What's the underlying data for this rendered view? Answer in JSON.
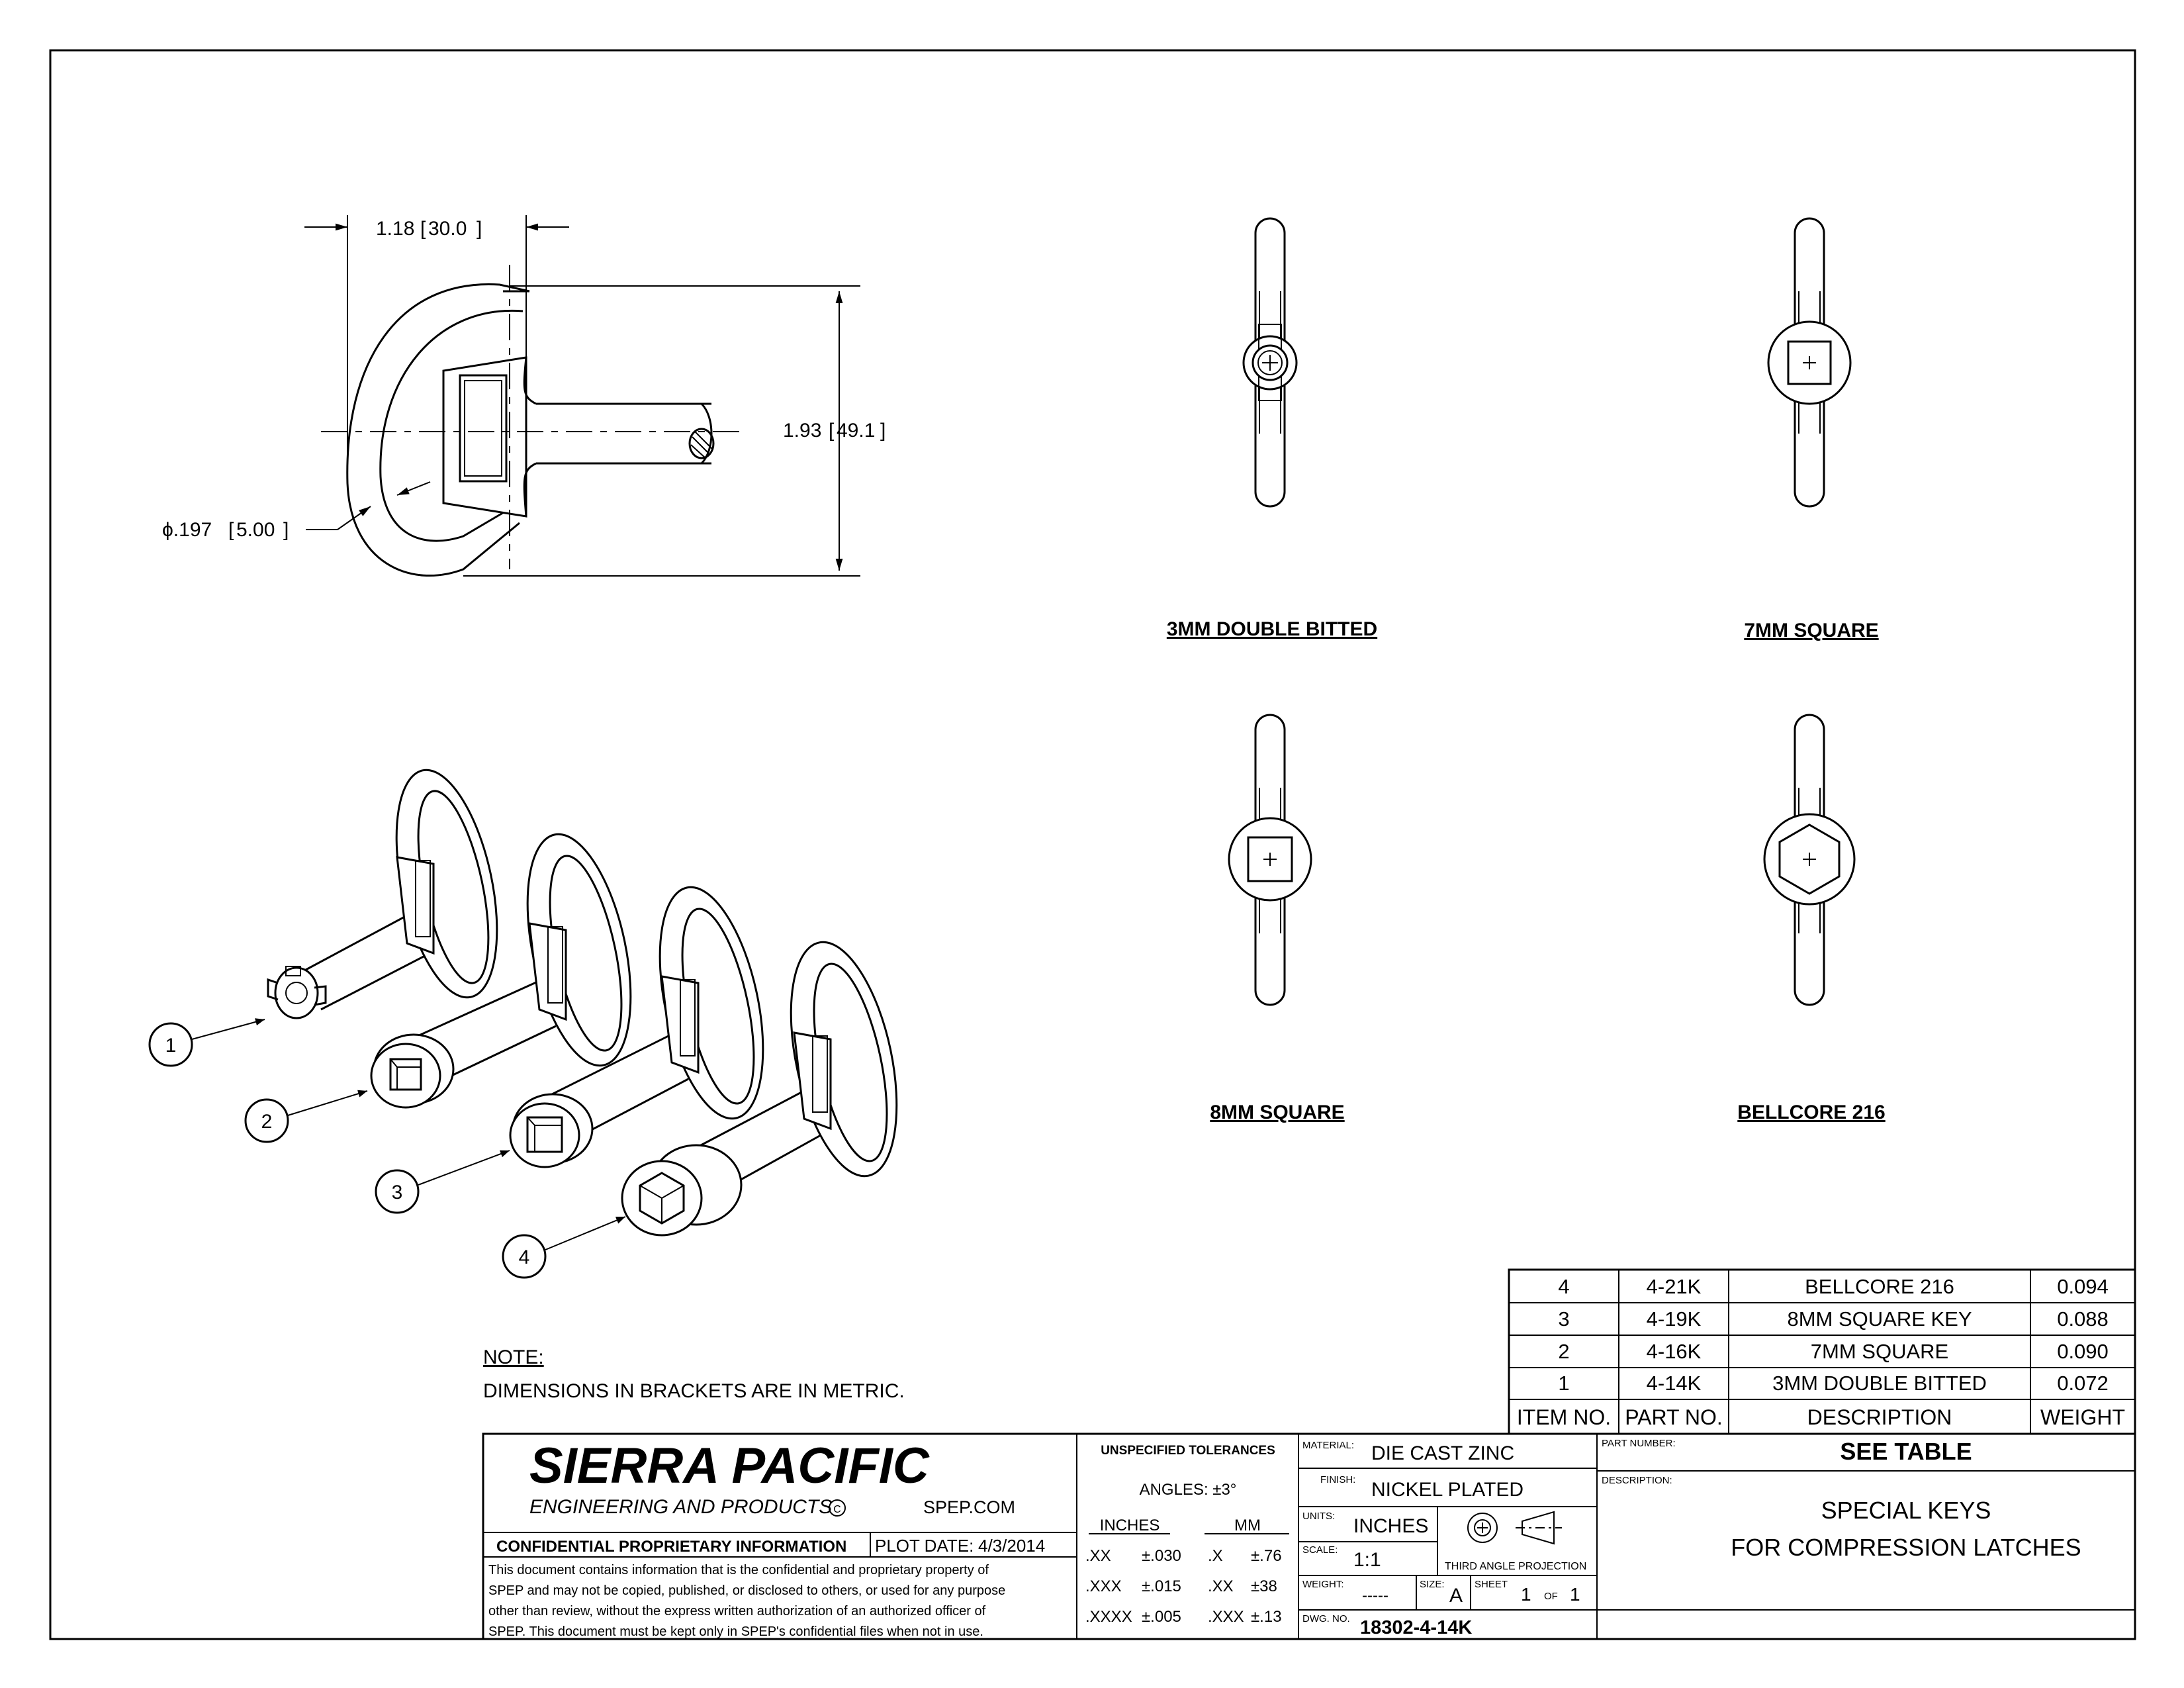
{
  "drawing": {
    "dimensions": {
      "width": "1.18",
      "width_metric": "30.0",
      "height": "1.93",
      "height_metric": "49.1",
      "diameter": "ϕ.197",
      "diameter_metric": "5.00"
    },
    "views": [
      {
        "label": "3MM DOUBLE BITTED",
        "tip": "double-bitted"
      },
      {
        "label": "7MM SQUARE",
        "tip": "square-7"
      },
      {
        "label": "8MM SQUARE",
        "tip": "square-8"
      },
      {
        "label": "BELLCORE 216",
        "tip": "hex"
      }
    ],
    "balloons": [
      "1",
      "2",
      "3",
      "4"
    ],
    "note_heading": "NOTE:",
    "note_text": "DIMENSIONS IN BRACKETS ARE IN METRIC."
  },
  "bom": {
    "headers": [
      "ITEM NO.",
      "PART NO.",
      "DESCRIPTION",
      "WEIGHT"
    ],
    "rows": [
      [
        "4",
        "4-21K",
        "BELLCORE 216",
        "0.094"
      ],
      [
        "3",
        "4-19K",
        "8MM SQUARE KEY",
        "0.088"
      ],
      [
        "2",
        "4-16K",
        "7MM SQUARE",
        "0.090"
      ],
      [
        "1",
        "4-14K",
        "3MM DOUBLE BITTED",
        "0.072"
      ]
    ]
  },
  "title_block": {
    "company": "SIERRA PACIFIC",
    "company_sub": "ENGINEERING AND PRODUCTS",
    "copyright": "C",
    "website": "SPEP.COM",
    "confidential": "CONFIDENTIAL PROPRIETARY INFORMATION",
    "plot_date_label": "PLOT DATE:",
    "plot_date": "4/3/2014",
    "legal": [
      "This document contains information that is the confidential and proprietary property of",
      "SPEP and may not be copied, published, or disclosed to others, or used for any purpose",
      "other than review, without the express written authorization of an authorized officer of",
      "SPEP. This document must be kept only in SPEP's confidential files when not in use."
    ],
    "tolerances": {
      "title": "UNSPECIFIED TOLERANCES",
      "angles": "ANGLES: ±3°",
      "inches_label": "INCHES",
      "mm_label": "MM",
      "inches": [
        [
          ".XX",
          "±.030"
        ],
        [
          ".XXX",
          "±.015"
        ],
        [
          ".XXXX",
          "±.005"
        ]
      ],
      "mm": [
        [
          ".X",
          "±.76"
        ],
        [
          ".XX",
          "±38"
        ],
        [
          ".XXX",
          "±.13"
        ]
      ]
    },
    "material_label": "MATERIAL:",
    "material": "DIE CAST ZINC",
    "finish_label": "FINISH:",
    "finish": "NICKEL PLATED",
    "units_label": "UNITS:",
    "units": "INCHES",
    "scale_label": "SCALE:",
    "scale": "1:1",
    "projection": "THIRD ANGLE PROJECTION",
    "weight_label": "WEIGHT:",
    "weight": "-----",
    "size_label": "SIZE:",
    "size": "A",
    "sheet_label": "SHEET",
    "sheet": "1",
    "of_label": "OF",
    "sheet_total": "1",
    "dwg_label": "DWG. NO.",
    "dwg_no": "18302-4-14K",
    "part_number_label": "PART NUMBER:",
    "part_number": "SEE TABLE",
    "description_label": "DESCRIPTION:",
    "description_line1": "SPECIAL KEYS",
    "description_line2": "FOR COMPRESSION LATCHES"
  }
}
